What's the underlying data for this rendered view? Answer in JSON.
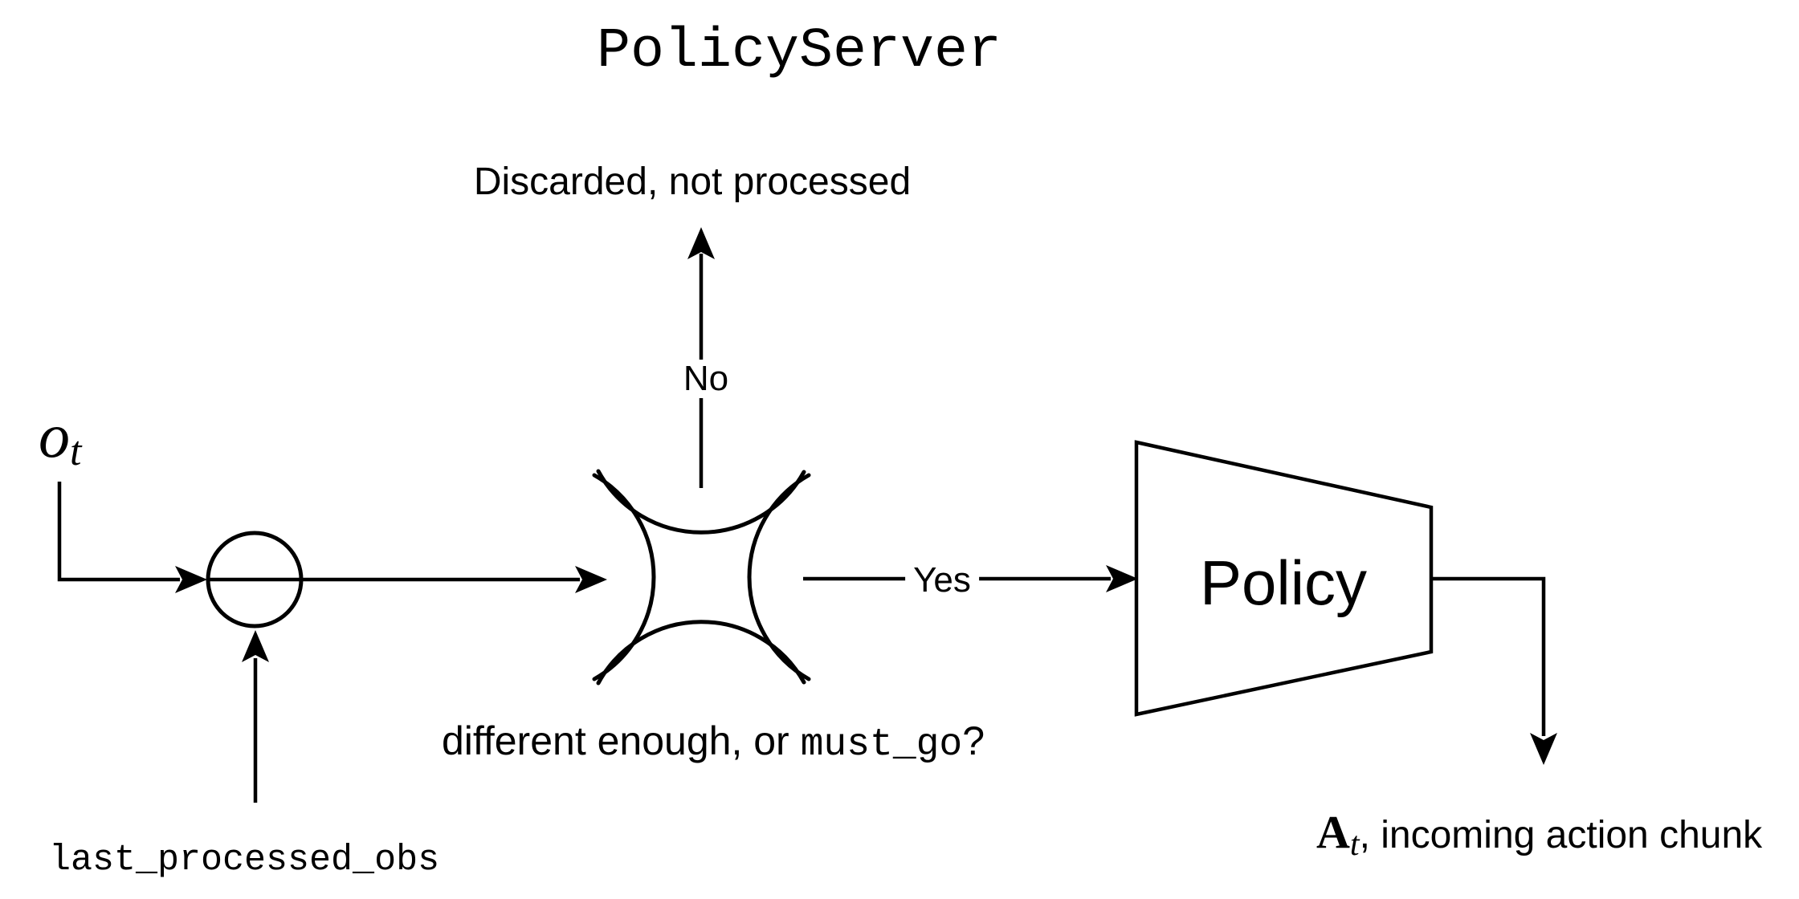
{
  "colors": {
    "ink": "#000000",
    "background": "#ffffff"
  },
  "header": {
    "title": "PolicyServer"
  },
  "flow": {
    "observation_input": {
      "symbol": "o",
      "subscript": "t"
    },
    "last_processed_input": {
      "label": "last_processed_obs"
    },
    "decision": {
      "question_prefix": "different enough, or ",
      "question_code": "must_go",
      "question_suffix": "?",
      "no_label": "No",
      "no_outcome": "Discarded, not processed",
      "yes_label": "Yes"
    },
    "policy": {
      "label": "Policy"
    },
    "output": {
      "symbol": "A",
      "subscript": "t",
      "description": ", incoming action chunk"
    }
  }
}
